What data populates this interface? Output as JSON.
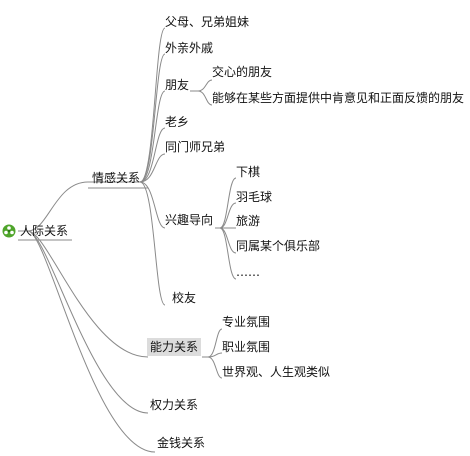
{
  "root": {
    "label": "人际关系",
    "icon": "star-cluster-icon"
  },
  "colors": {
    "line": "#8a8a8a",
    "highlight": "#dcdcdc",
    "icon": "#4fa52b"
  },
  "groups": [
    {
      "label": "情感关系",
      "children": [
        {
          "label": "父母、兄弟姐妹"
        },
        {
          "label": "外亲外戚"
        },
        {
          "label": "朋友",
          "children": [
            {
              "label": "交心的朋友"
            },
            {
              "label": "能够在某些方面提供中肯意见和正面反馈的朋友"
            }
          ]
        },
        {
          "label": "老乡"
        },
        {
          "label": "同门师兄弟"
        },
        {
          "label": "兴趣导向",
          "children": [
            {
              "label": "下棋"
            },
            {
              "label": "羽毛球"
            },
            {
              "label": "旅游"
            },
            {
              "label": "同属某个俱乐部"
            },
            {
              "label": "……"
            }
          ]
        },
        {
          "label": "校友"
        }
      ]
    },
    {
      "label": "能力关系",
      "children": [
        {
          "label": "专业氛围"
        },
        {
          "label": "职业氛围"
        },
        {
          "label": "世界观、人生观类似"
        }
      ]
    },
    {
      "label": "权力关系"
    },
    {
      "label": "金钱关系"
    }
  ]
}
